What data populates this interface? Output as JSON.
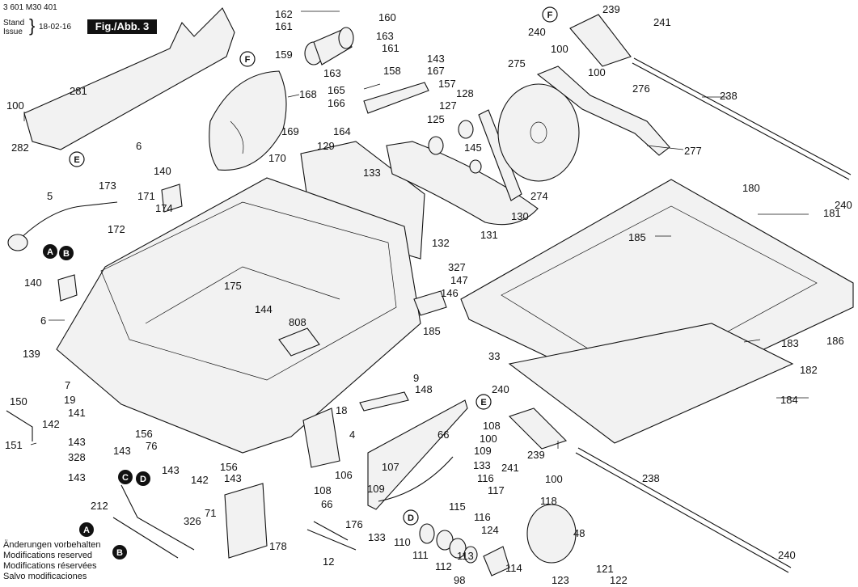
{
  "header": {
    "doc_number": "3 601 M30 401",
    "stand_label": "Stand",
    "issue_label": "Issue",
    "date": "18-02-16",
    "figure_label": "Fig./Abb. 3"
  },
  "notice": [
    "Änderungen vorbehalten",
    "Modifications reserved",
    "Modifications réservées",
    "Salvo modificaciones"
  ],
  "part_labels": [
    {
      "id": "l281",
      "text": "281"
    },
    {
      "id": "l100a",
      "text": "100"
    },
    {
      "id": "l282",
      "text": "282"
    },
    {
      "id": "l162",
      "text": "162"
    },
    {
      "id": "l161a",
      "text": "161"
    },
    {
      "id": "l160",
      "text": "160"
    },
    {
      "id": "l163a",
      "text": "163"
    },
    {
      "id": "l161b",
      "text": "161"
    },
    {
      "id": "l159",
      "text": "159"
    },
    {
      "id": "l163b",
      "text": "163"
    },
    {
      "id": "l158",
      "text": "158"
    },
    {
      "id": "l143a",
      "text": "143"
    },
    {
      "id": "l167",
      "text": "167"
    },
    {
      "id": "l157",
      "text": "157"
    },
    {
      "id": "l165",
      "text": "165"
    },
    {
      "id": "l166",
      "text": "166"
    },
    {
      "id": "l168",
      "text": "168"
    },
    {
      "id": "l128",
      "text": "128"
    },
    {
      "id": "l127",
      "text": "127"
    },
    {
      "id": "l164",
      "text": "164"
    },
    {
      "id": "l169",
      "text": "169"
    },
    {
      "id": "l170",
      "text": "170"
    },
    {
      "id": "l129",
      "text": "129"
    },
    {
      "id": "l125",
      "text": "125"
    },
    {
      "id": "l145",
      "text": "145"
    },
    {
      "id": "l133a",
      "text": "133"
    },
    {
      "id": "l130",
      "text": "130"
    },
    {
      "id": "l132",
      "text": "132"
    },
    {
      "id": "l131",
      "text": "131"
    },
    {
      "id": "l239a",
      "text": "239"
    },
    {
      "id": "l241a",
      "text": "241"
    },
    {
      "id": "l240a",
      "text": "240"
    },
    {
      "id": "l100b",
      "text": "100"
    },
    {
      "id": "l275",
      "text": "275"
    },
    {
      "id": "l100c",
      "text": "100"
    },
    {
      "id": "l276",
      "text": "276"
    },
    {
      "id": "l238a",
      "text": "238"
    },
    {
      "id": "l277",
      "text": "277"
    },
    {
      "id": "l274",
      "text": "274"
    },
    {
      "id": "l240b",
      "text": "240"
    },
    {
      "id": "l6a",
      "text": "6"
    },
    {
      "id": "l140a",
      "text": "140"
    },
    {
      "id": "l173",
      "text": "173"
    },
    {
      "id": "l171",
      "text": "171"
    },
    {
      "id": "l172",
      "text": "172"
    },
    {
      "id": "l174",
      "text": "174"
    },
    {
      "id": "l5",
      "text": "5"
    },
    {
      "id": "l180",
      "text": "180"
    },
    {
      "id": "l181",
      "text": "181"
    },
    {
      "id": "l185a",
      "text": "185"
    },
    {
      "id": "l327",
      "text": "327"
    },
    {
      "id": "l147",
      "text": "147"
    },
    {
      "id": "l146",
      "text": "146"
    },
    {
      "id": "l140b",
      "text": "140"
    },
    {
      "id": "l175",
      "text": "175"
    },
    {
      "id": "l144",
      "text": "144"
    },
    {
      "id": "l6b",
      "text": "6"
    },
    {
      "id": "l808",
      "text": "808"
    },
    {
      "id": "l185b",
      "text": "185"
    },
    {
      "id": "l139",
      "text": "139"
    },
    {
      "id": "l186",
      "text": "186"
    },
    {
      "id": "l183",
      "text": "183"
    },
    {
      "id": "l33",
      "text": "33"
    },
    {
      "id": "l182",
      "text": "182"
    },
    {
      "id": "l7",
      "text": "7"
    },
    {
      "id": "l19",
      "text": "19"
    },
    {
      "id": "l9",
      "text": "9"
    },
    {
      "id": "l148",
      "text": "148"
    },
    {
      "id": "l150",
      "text": "150"
    },
    {
      "id": "l141",
      "text": "141"
    },
    {
      "id": "l142a",
      "text": "142"
    },
    {
      "id": "l18",
      "text": "18"
    },
    {
      "id": "l4",
      "text": "4"
    },
    {
      "id": "l240c",
      "text": "240"
    },
    {
      "id": "l184",
      "text": "184"
    },
    {
      "id": "l151",
      "text": "151"
    },
    {
      "id": "l143b",
      "text": "143"
    },
    {
      "id": "l143c",
      "text": "143"
    },
    {
      "id": "l156a",
      "text": "156"
    },
    {
      "id": "l76",
      "text": "76"
    },
    {
      "id": "l108a",
      "text": "108"
    },
    {
      "id": "l100d",
      "text": "100"
    },
    {
      "id": "l66a",
      "text": "66"
    },
    {
      "id": "l239b",
      "text": "239"
    },
    {
      "id": "l328",
      "text": "328"
    },
    {
      "id": "l109a",
      "text": "109"
    },
    {
      "id": "l133b",
      "text": "133"
    },
    {
      "id": "l241b",
      "text": "241"
    },
    {
      "id": "l100e",
      "text": "100"
    },
    {
      "id": "l107",
      "text": "107"
    },
    {
      "id": "l143d",
      "text": "143"
    },
    {
      "id": "l143e",
      "text": "143"
    },
    {
      "id": "l156b",
      "text": "156"
    },
    {
      "id": "l143f",
      "text": "143"
    },
    {
      "id": "l106",
      "text": "106"
    },
    {
      "id": "l116a",
      "text": "116"
    },
    {
      "id": "l238b",
      "text": "238"
    },
    {
      "id": "l117",
      "text": "117"
    },
    {
      "id": "l142b",
      "text": "142"
    },
    {
      "id": "l108b",
      "text": "108"
    },
    {
      "id": "l109b",
      "text": "109"
    },
    {
      "id": "l212",
      "text": "212"
    },
    {
      "id": "l115",
      "text": "115"
    },
    {
      "id": "l118",
      "text": "118"
    },
    {
      "id": "l66b",
      "text": "66"
    },
    {
      "id": "l71",
      "text": "71"
    },
    {
      "id": "l116b",
      "text": "116"
    },
    {
      "id": "l326",
      "text": "326"
    },
    {
      "id": "l176",
      "text": "176"
    },
    {
      "id": "l124",
      "text": "124"
    },
    {
      "id": "l133c",
      "text": "133"
    },
    {
      "id": "l48",
      "text": "48"
    },
    {
      "id": "l110",
      "text": "110"
    },
    {
      "id": "l178",
      "text": "178"
    },
    {
      "id": "l111",
      "text": "111"
    },
    {
      "id": "l113",
      "text": "113"
    },
    {
      "id": "l12",
      "text": "12"
    },
    {
      "id": "l112",
      "text": "112"
    },
    {
      "id": "l114",
      "text": "114"
    },
    {
      "id": "l121",
      "text": "121"
    },
    {
      "id": "l240d",
      "text": "240"
    },
    {
      "id": "l98",
      "text": "98"
    },
    {
      "id": "l123",
      "text": "123"
    },
    {
      "id": "l122",
      "text": "122"
    }
  ],
  "reference_letters": [
    {
      "id": "rF1",
      "text": "F",
      "style": "outline"
    },
    {
      "id": "rE1",
      "text": "E",
      "style": "outline"
    },
    {
      "id": "rF2",
      "text": "F",
      "style": "outline"
    },
    {
      "id": "rA1",
      "text": "A",
      "style": "filled"
    },
    {
      "id": "rB1",
      "text": "B",
      "style": "filled"
    },
    {
      "id": "rE2",
      "text": "E",
      "style": "outline"
    },
    {
      "id": "rC1",
      "text": "C",
      "style": "filled"
    },
    {
      "id": "rD1",
      "text": "D",
      "style": "filled"
    },
    {
      "id": "rD2",
      "text": "D",
      "style": "outline"
    },
    {
      "id": "rA2",
      "text": "A",
      "style": "filled"
    },
    {
      "id": "rB2",
      "text": "B",
      "style": "filled"
    }
  ]
}
